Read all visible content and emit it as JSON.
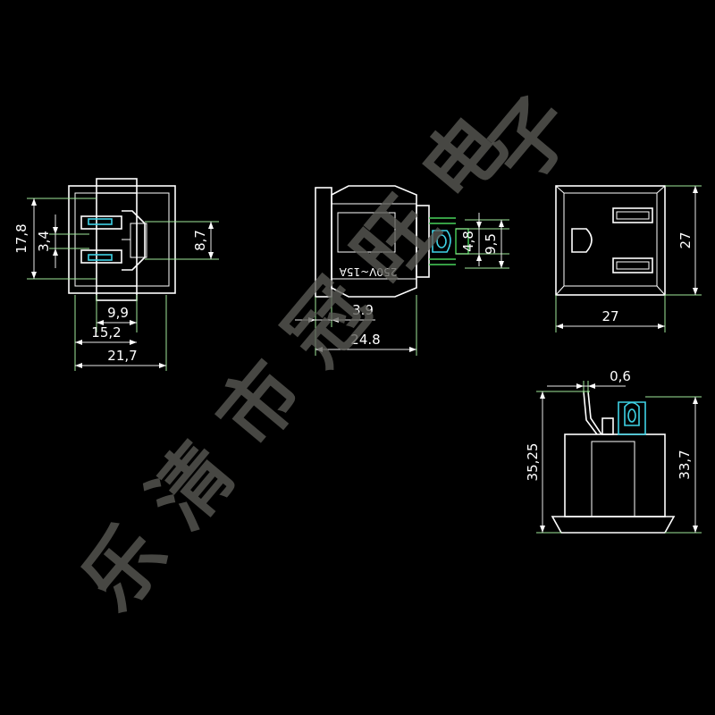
{
  "dimensions": {
    "front_height": "17,8",
    "front_pin_gap": "3,4",
    "front_inner": "8,7",
    "front_w1": "9,9",
    "front_w2": "15,2",
    "front_w3": "21,7",
    "side_pin_4_8": "4,8",
    "side_pin_9_5": "9,5",
    "side_3_9": "3.9",
    "side_24_8": "24.8",
    "side_rating": "250V~15A",
    "top_width": "27",
    "top_height": "27",
    "rear_tab": "0,6",
    "rear_h1": "35,25",
    "rear_h2": "33,7"
  },
  "watermark": [
    "乐",
    "清",
    "市",
    "冠",
    "旺",
    "电",
    "子"
  ]
}
